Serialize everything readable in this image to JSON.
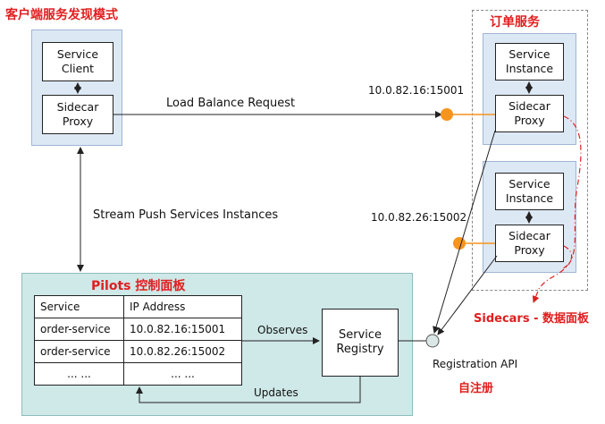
{
  "client": {
    "title": "客户端服务发现模式",
    "service_client": "Service\nClient",
    "sidecar": "Sidecar\nProxy"
  },
  "order": {
    "title": "订单服务",
    "instance1": "Service\nInstance",
    "sidecar1": "Sidecar\nProxy",
    "instance2": "Service\nInstance",
    "sidecar2": "Sidecar\nProxy"
  },
  "labels": {
    "load_balance": "Load Balance Request",
    "ip1": "10.0.82.16:15001",
    "ip2": "10.0.82.26:15002",
    "stream_push": "Stream Push Services Instances",
    "observes": "Observes",
    "updates": "Updates",
    "registration_api": "Registration API",
    "self_register": "自注册",
    "sidecars_plane": "Sidecars - 数据面板"
  },
  "pilots": {
    "title": "Pilots 控制面板",
    "registry": "Service\nRegistry",
    "table": {
      "headers": [
        "Service",
        "IP Address"
      ],
      "rows": [
        [
          "order-service",
          "10.0.82.16:15001"
        ],
        [
          "order-service",
          "10.0.82.26:15002"
        ],
        [
          "... ...",
          "... ..."
        ]
      ]
    }
  },
  "colors": {
    "accent_red": "#e01e1e",
    "panel_blue": "#dde8f5",
    "panel_teal": "#cfe8e8",
    "orange": "#f7941d"
  }
}
